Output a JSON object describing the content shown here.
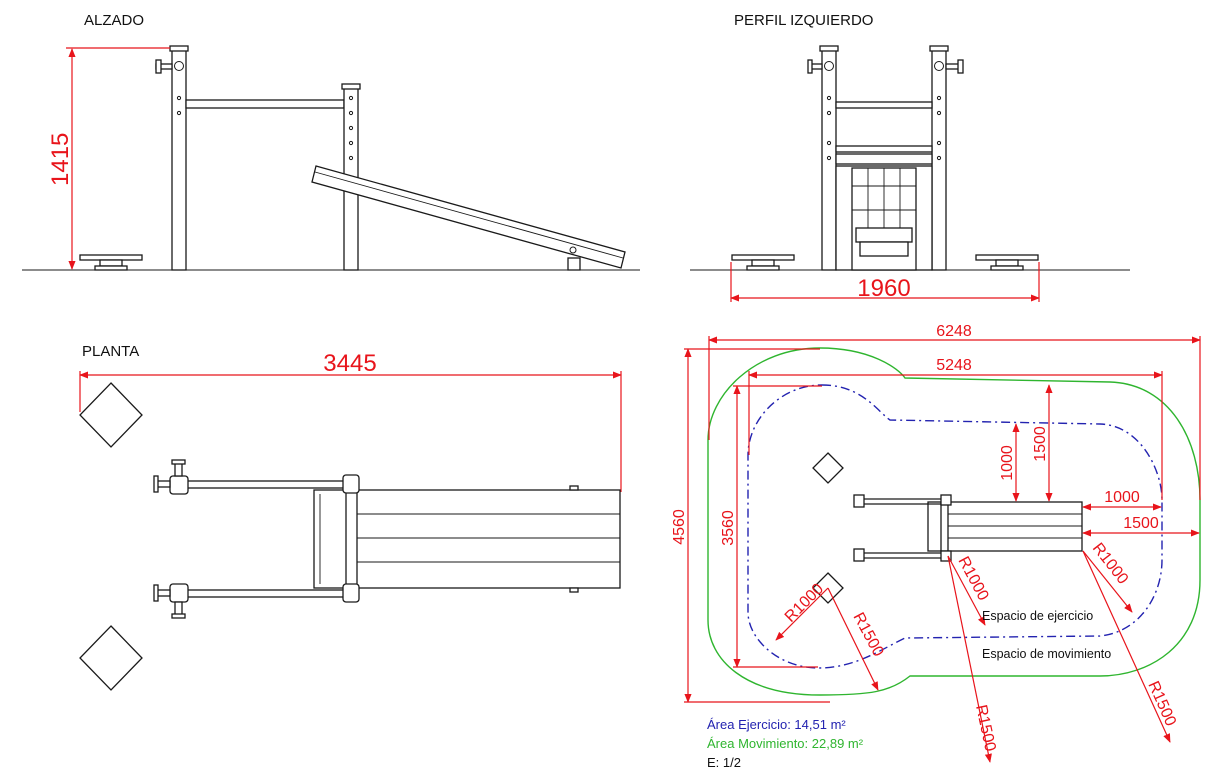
{
  "views": {
    "alzado": {
      "title": "ALZADO",
      "height_dim": "1415"
    },
    "perfil": {
      "title": "PERFIL IZQUIERDO",
      "width_dim": "1960"
    },
    "planta": {
      "title": "PLANTA",
      "length_dim": "3445"
    }
  },
  "safety_area": {
    "dims": {
      "total_width": "6248",
      "inner_width": "5248",
      "total_depth": "4560",
      "inner_depth": "3560",
      "clear_1000_v": "1000",
      "clear_1500_v": "1500",
      "clear_1000_h": "1000",
      "clear_1500_h": "1500",
      "radius_a": "R1000",
      "radius_b": "R1000",
      "radius_c": "R1000",
      "radius_d": "R1500",
      "radius_e": "R1500",
      "radius_f": "R1500"
    },
    "labels": {
      "exercise_space": "Espacio de ejercicio",
      "movement_space": "Espacio de movimiento"
    }
  },
  "legend": {
    "exercise_area": "Área Ejercicio: 14,51 m²",
    "movement_area": "Área Movimiento: 22,89 m²",
    "scale": "E: 1/2"
  },
  "colors": {
    "dimension": "#e8141b",
    "exercise_outline": "#2323b0",
    "movement_outline": "#2fb52f",
    "linework": "#1a1a1a"
  }
}
